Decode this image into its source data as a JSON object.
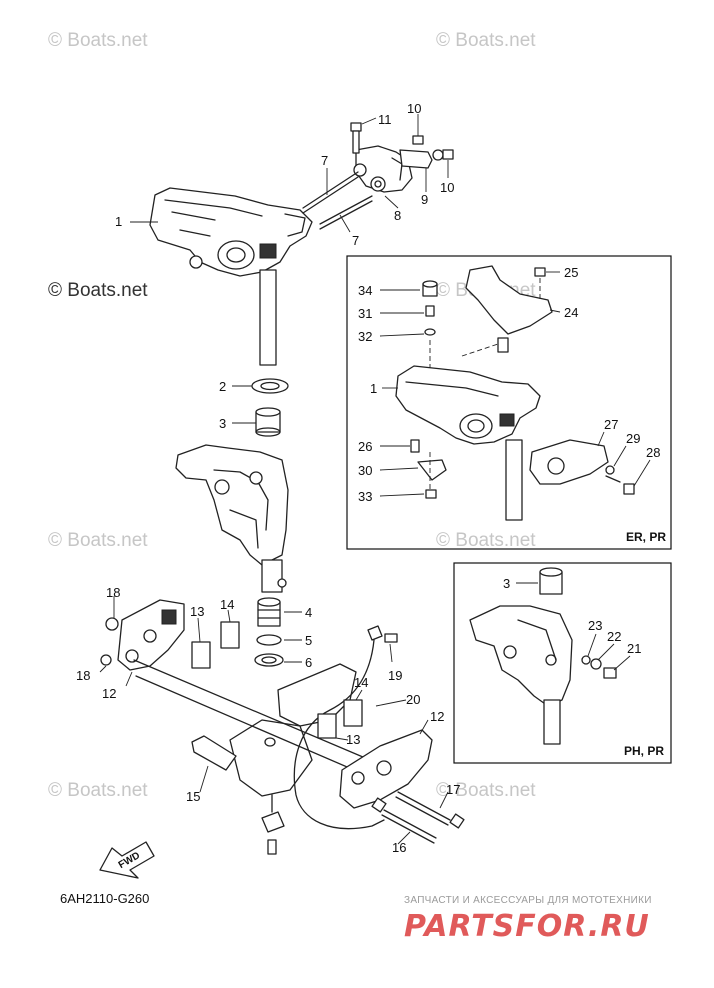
{
  "watermarks": [
    "© Boats.net",
    "© Boats.net",
    "© Boats.net",
    "© Boats.net",
    "© Boats.net",
    "© Boats.net",
    "© Boats.net",
    "© Boats.net"
  ],
  "callouts": {
    "c1": "1",
    "c2": "2",
    "c3": "3",
    "c4": "4",
    "c5": "5",
    "c6": "6",
    "c7a": "7",
    "c7b": "7",
    "c8": "8",
    "c9": "9",
    "c10a": "10",
    "c10b": "10",
    "c11": "11",
    "c12a": "12",
    "c12b": "12",
    "c13a": "13",
    "c13b": "13",
    "c14a": "14",
    "c14b": "14",
    "c15": "15",
    "c16": "16",
    "c17": "17",
    "c18a": "18",
    "c18b": "18",
    "c19": "19",
    "c20": "20",
    "c34": "34",
    "c31": "31",
    "c32": "32",
    "c1b": "1",
    "c26": "26",
    "c30": "30",
    "c33": "33",
    "c25": "25",
    "c24": "24",
    "c27": "27",
    "c29": "29",
    "c28": "28",
    "c3b": "3",
    "c23": "23",
    "c22": "22",
    "c21": "21"
  },
  "boxes": {
    "er_pr_label": "ER, PR",
    "ph_pr_label": "PH, PR"
  },
  "fwd_label": "FWD",
  "diagram_code": "6AH2110-G260",
  "partsfor": {
    "tagline": "ЗАПЧАСТИ И АКСЕССУАРЫ ДЛЯ МОТОТЕХНИКИ",
    "brand": "PARTSFOR.RU"
  }
}
